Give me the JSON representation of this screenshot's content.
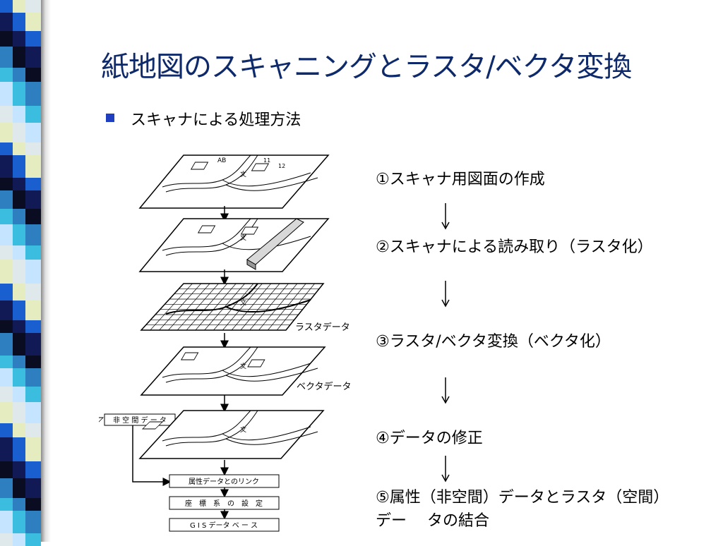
{
  "slide": {
    "title": "紙地図のスキャニングとラスタ/ベクタ変換",
    "bullet": "スキャナによる処理方法"
  },
  "steps": [
    "①スキャナ用図面の作成",
    "②スキャナによる読み取り（ラスタ化）",
    "③ラスタ/ベクタ変換（ベクタ化）",
    "④データの修正",
    "⑤属性（非空間）データとラスタ（空間）",
    "デー　 タの結合"
  ],
  "diagram": {
    "map_labels": {
      "ab": "AB",
      "n11": "11",
      "n12": "12",
      "bun": "文"
    },
    "raster_label": "ラスタデータ",
    "vector_label": "ベクタデータ",
    "nonspatial_label": "非 空 間 デ ー タ",
    "boxes": [
      "属性データとのリンク",
      "座　標　系　の　設　定",
      "G I S データ ベ ー ス"
    ]
  },
  "colors": {
    "title": "#0e2a6b",
    "bullet": "#1f3fc0",
    "sidebar": [
      "#1a5fd0",
      "#2e7fbf",
      "#dfe8ea",
      "#111a55",
      "#3bbde0",
      "#e5ecbf",
      "#0a0d22",
      "#c4e4ff"
    ]
  }
}
